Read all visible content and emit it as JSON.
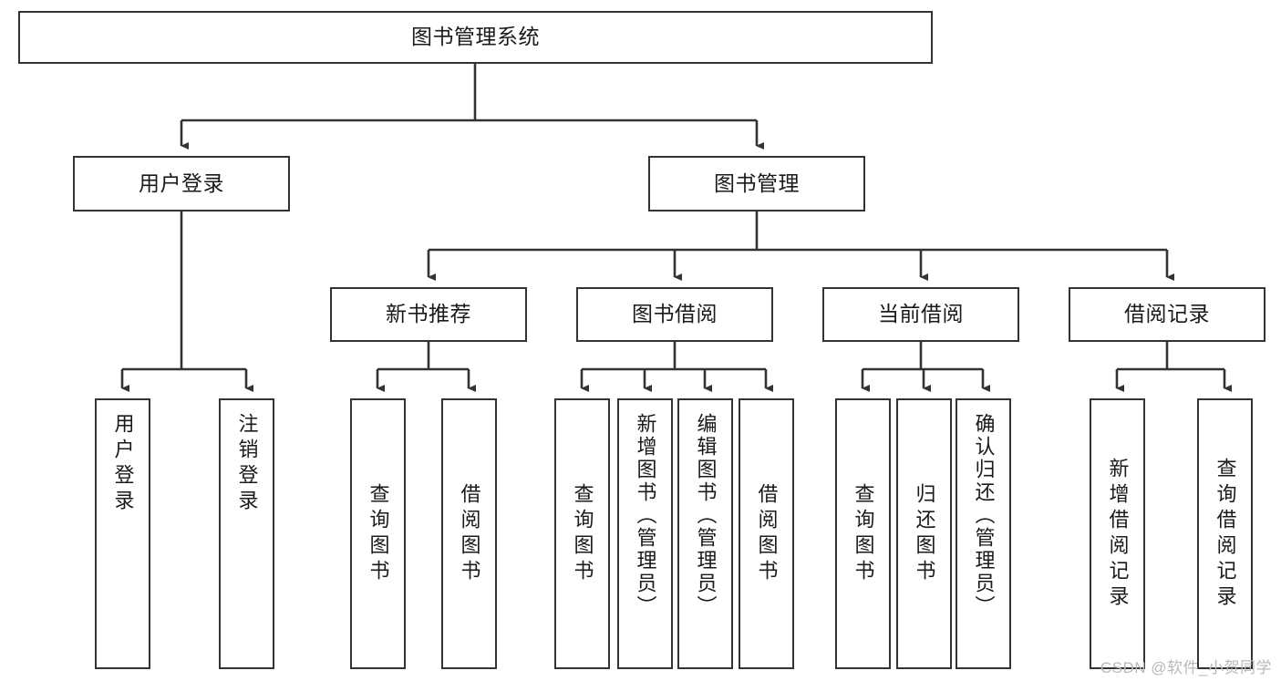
{
  "diagram": {
    "title": "图书管理系统",
    "type": "tree",
    "watermark": "CSDN @软件_小贺同学",
    "colors": {
      "stroke": "#333333",
      "fill": "#ffffff",
      "text": "#1a1a1a",
      "watermark": "#b9b9b9"
    },
    "nodes": {
      "root": {
        "label": "图书管理系统"
      },
      "level1": [
        {
          "id": "user-login",
          "label": "用户登录"
        },
        {
          "id": "book-manage",
          "label": "图书管理"
        }
      ],
      "level2": [
        {
          "id": "new-book-recommend",
          "label": "新书推荐"
        },
        {
          "id": "book-borrow",
          "label": "图书借阅"
        },
        {
          "id": "current-borrow",
          "label": "当前借阅"
        },
        {
          "id": "borrow-record",
          "label": "借阅记录"
        }
      ],
      "leaves": [
        {
          "id": "leaf-user-login",
          "label": "用户登录"
        },
        {
          "id": "leaf-logout-login",
          "label": "注销登录"
        },
        {
          "id": "leaf-query-book-1",
          "label": "查询图书"
        },
        {
          "id": "leaf-borrow-book-1",
          "label": "借阅图书"
        },
        {
          "id": "leaf-query-book-2",
          "label": "查询图书"
        },
        {
          "id": "leaf-add-book-admin",
          "label": "新增图书（管理员）"
        },
        {
          "id": "leaf-edit-book-admin",
          "label": "编辑图书（管理员）"
        },
        {
          "id": "leaf-borrow-book-2",
          "label": "借阅图书"
        },
        {
          "id": "leaf-query-book-3",
          "label": "查询图书"
        },
        {
          "id": "leaf-return-book",
          "label": "归还图书"
        },
        {
          "id": "leaf-confirm-return-admin",
          "label": "确认归还（管理员）"
        },
        {
          "id": "leaf-add-borrow-record",
          "label": "新增借阅记录"
        },
        {
          "id": "leaf-query-borrow-record",
          "label": "查询借阅记录"
        }
      ]
    }
  }
}
